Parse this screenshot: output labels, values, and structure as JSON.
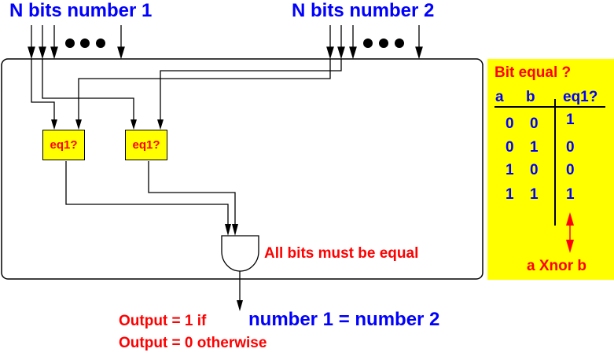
{
  "labels": {
    "input1": "N bits number 1",
    "input2": "N bits number 2",
    "gate_note": "All bits must be equal",
    "output_line1_prefix": "Output = 1  if",
    "output_line1_condition": "number 1 = number 2",
    "output_line2": "Output = 0  otherwise"
  },
  "comparators": [
    {
      "label": "eq1?"
    },
    {
      "label": "eq1?"
    }
  ],
  "truth_table": {
    "title": "Bit equal ?",
    "headers": [
      "a",
      "b",
      "eq1?"
    ],
    "rows": [
      [
        "0",
        "0",
        "1"
      ],
      [
        "0",
        "1",
        "0"
      ],
      [
        "1",
        "0",
        "0"
      ],
      [
        "1",
        "1",
        "1"
      ]
    ],
    "annotation": "a Xnor b"
  },
  "colors": {
    "blue": "#0000ff",
    "red": "#ff0000",
    "yellow": "#ffff00",
    "line": "#000000"
  }
}
